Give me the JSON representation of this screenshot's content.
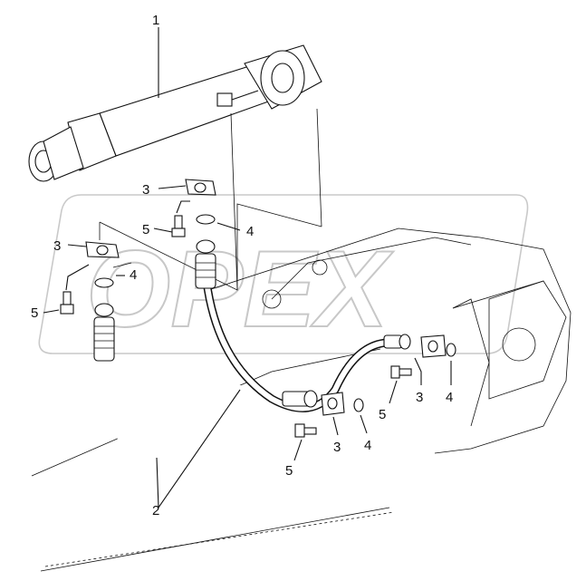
{
  "watermark": {
    "text": "OPEX"
  },
  "callouts": {
    "cylinder": "1",
    "hoses": "2",
    "flange_a": "3",
    "flange_b": "3",
    "flange_c": "3",
    "flange_d": "3",
    "oring_a": "4",
    "oring_b": "4",
    "oring_c": "4",
    "oring_d": "4",
    "bolt_a": "5",
    "bolt_b": "5",
    "bolt_c": "5",
    "bolt_d": "5"
  }
}
